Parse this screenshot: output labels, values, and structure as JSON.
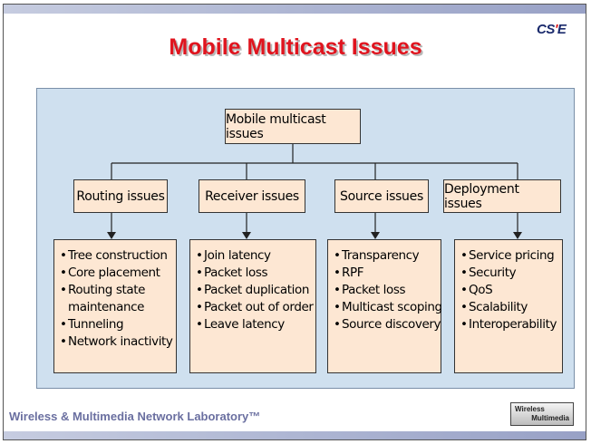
{
  "title": "Mobile Multicast Issues",
  "logo_cse": {
    "left": "CS",
    "accent": "'",
    "right": "E"
  },
  "diagram": {
    "root": "Mobile multicast issues",
    "categories": [
      {
        "name": "Routing issues",
        "items": [
          "Tree construction",
          "Core placement",
          "Routing state",
          "maintenance",
          "Tunneling",
          "Network inactivity"
        ],
        "continuation_index": 3
      },
      {
        "name": "Receiver issues",
        "items": [
          "Join latency",
          "Packet loss",
          "Packet duplication",
          "Packet out of order",
          "Leave latency"
        ]
      },
      {
        "name": "Source issues",
        "items": [
          "Transparency",
          "RPF",
          "Packet loss",
          "Multicast scoping",
          "Source discovery"
        ]
      },
      {
        "name": "Deployment issues",
        "items": [
          "Service pricing",
          "Security",
          "QoS",
          "Scalability",
          "Interoperability"
        ]
      }
    ]
  },
  "footer": {
    "lab_name": "Wireless & Multimedia Network Laboratory™",
    "logo_line1": "Wireless",
    "logo_line2": "Multimedia"
  },
  "colors": {
    "title": "#e0141e",
    "panel_bg": "#cfe0ef",
    "box_bg": "#fde7d3",
    "bar": "#aeb6d3"
  }
}
